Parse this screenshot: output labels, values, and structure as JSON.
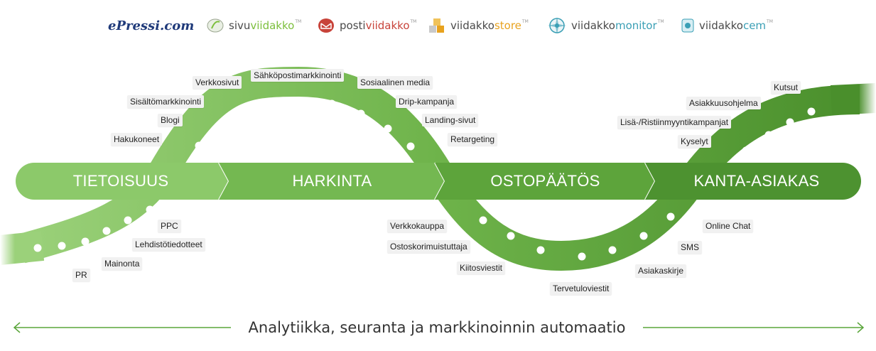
{
  "logos": {
    "epressi": "ePressi.com",
    "sivuviidakko": {
      "a": "sivu",
      "b": "viidakko",
      "tm": "TM"
    },
    "postiviidakko": {
      "a": "posti",
      "b": "viidakko",
      "tm": "TM"
    },
    "viidakkostore": {
      "a": "viidakko",
      "b": "store",
      "tm": "TM"
    },
    "viidakkomonitor": {
      "a": "viidakko",
      "b": "monitor",
      "tm": "TM"
    },
    "viidakkocem": {
      "a": "viidakko",
      "b": "cem",
      "tm": "TM"
    }
  },
  "stages": [
    "TIETOISUUS",
    "HARKINTA",
    "OSTOPÄÄTÖS",
    "KANTA-ASIAKAS"
  ],
  "stage_colors": [
    "#8cc96a",
    "#74b851",
    "#5da43b",
    "#4d9230"
  ],
  "channels_top_left": {
    "verkkosivut": "Verkkosivut",
    "sahkoposti": "Sähköpostimarkkinointi",
    "sosiaalinen": "Sosiaalinen media",
    "sisalto": "Sisältömarkkinointi",
    "drip": "Drip-kampanja",
    "blogi": "Blogi",
    "landing": "Landing-sivut",
    "hakukoneet": "Hakukoneet",
    "retargeting": "Retargeting"
  },
  "channels_top_right": {
    "kutsut": "Kutsut",
    "asiakasohjelma": "Asiakkuusohjelma",
    "lisamyynti": "Lisä-/Ristiinmyyntikampanjat",
    "kyselyt": "Kyselyt"
  },
  "channels_bottom_left": {
    "ppc": "PPC",
    "lehdisto": "Lehdistötiedotteet",
    "mainonta": "Mainonta",
    "pr": "PR"
  },
  "channels_bottom_right": {
    "verkkokauppa": "Verkkokauppa",
    "ostoskori": "Ostoskorimuistuttaja",
    "kiitos": "Kiitosviestit",
    "tervetulo": "Tervetuloviestit",
    "asiakaskirje": "Asiakaskirje",
    "sms": "SMS",
    "chat": "Online Chat"
  },
  "analytics": "Analytiikka, seuranta ja markkinoinnin automaatio",
  "colors": {
    "ribbon": "#8cc96a",
    "ribbon_dark": "#4d9230",
    "line": "#5aa53a",
    "dots": "#ffffff"
  }
}
